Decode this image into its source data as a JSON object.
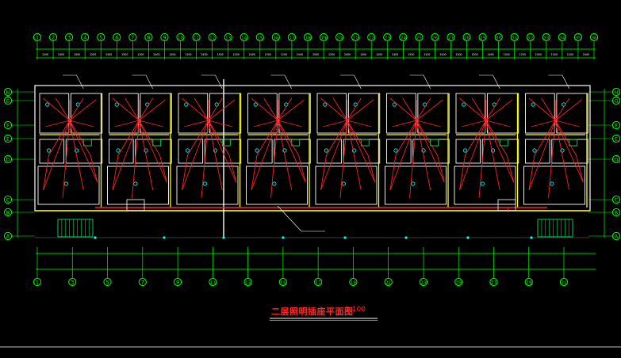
{
  "drawing": {
    "title": "二层照明插座平面图",
    "scale": "1:100",
    "colors": {
      "background": "#000000",
      "axis": "#00ff00",
      "wall": "#ffffff",
      "wiring": "#ff2020",
      "wall_fill": "#ffff00",
      "device": "#00ffff",
      "stair": "#00ff66"
    },
    "top_axes": [
      "1",
      "2",
      "3",
      "4",
      "5",
      "6",
      "7",
      "8",
      "9",
      "10",
      "11",
      "12",
      "13",
      "14",
      "15",
      "16",
      "17",
      "18",
      "19",
      "20",
      "21",
      "22",
      "23",
      "24",
      "25",
      "26",
      "27",
      "28",
      "29",
      "30",
      "31",
      "32",
      "33",
      "34",
      "35",
      "36"
    ],
    "bottom_axes": [
      "1",
      "3",
      "5",
      "7",
      "9",
      "11",
      "13",
      "15",
      "17",
      "19",
      "21",
      "23",
      "25",
      "27",
      "29",
      "31"
    ],
    "left_axes": [
      "H",
      "G",
      "F",
      "E",
      "D",
      "C",
      "B",
      "A"
    ],
    "right_axes": [
      "H",
      "G",
      "F",
      "E",
      "D",
      "C",
      "B",
      "A"
    ]
  }
}
